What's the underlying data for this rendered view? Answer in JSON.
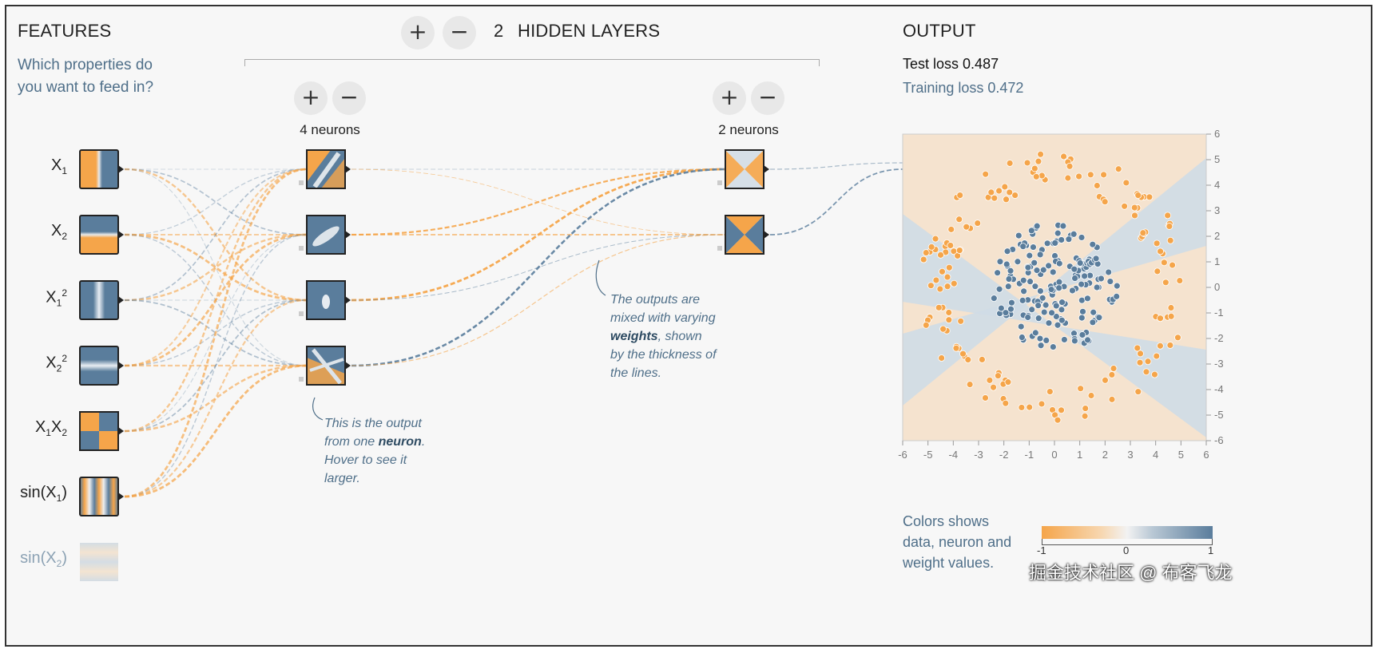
{
  "layers_header": {
    "add": "+",
    "remove": "−",
    "count": "2",
    "label": "HIDDEN LAYERS"
  },
  "features": {
    "title": "FEATURES",
    "subtitle_line1": "Which properties do",
    "subtitle_line2": "you want to feed in?",
    "items": [
      {
        "name": "X",
        "sub": "1",
        "sup": "",
        "enabled": true
      },
      {
        "name": "X",
        "sub": "2",
        "sup": "",
        "enabled": true
      },
      {
        "name": "X",
        "sub": "1",
        "sup": "2",
        "enabled": true
      },
      {
        "name": "X",
        "sub": "2",
        "sup": "2",
        "enabled": true
      },
      {
        "name": "X1X2",
        "sub": "",
        "sup": "",
        "enabled": true
      },
      {
        "name": "sin(X1)",
        "sub": "",
        "sup": "",
        "enabled": true
      },
      {
        "name": "sin(X2)",
        "sub": "",
        "sup": "",
        "enabled": false
      }
    ]
  },
  "layer1": {
    "add": "+",
    "remove": "−",
    "neurons_label": "4 neurons"
  },
  "layer2": {
    "add": "+",
    "remove": "−",
    "neurons_label": "2 neurons"
  },
  "notes": {
    "neuron_line1": "This is the output",
    "neuron_line2a": "from one ",
    "neuron_line2b": "neuron",
    "neuron_line2c": ".",
    "neuron_line3": "Hover to see it",
    "neuron_line4": "larger.",
    "weights_line1": "The outputs are",
    "weights_line2": "mixed with varying",
    "weights_line3a": "weights",
    "weights_line3b": ", shown",
    "weights_line4": "by the thickness of",
    "weights_line5": "the lines."
  },
  "output": {
    "title": "OUTPUT",
    "test_loss_label": "Test loss",
    "test_loss": "0.487",
    "training_loss_label": "Training loss",
    "training_loss": "0.472",
    "axis_ticks": [
      "-6",
      "-5",
      "-4",
      "-3",
      "-2",
      "-1",
      "0",
      "1",
      "2",
      "3",
      "4",
      "5",
      "6"
    ],
    "y_axis_ticks": [
      "6",
      "5",
      "4",
      "3",
      "2",
      "1",
      "0",
      "-1",
      "-2",
      "-3",
      "-4",
      "-5",
      "-6"
    ]
  },
  "legend": {
    "line1": "Colors shows",
    "line2": "data, neuron and",
    "line3": "weight values.",
    "min": "-1",
    "mid": "0",
    "max": "1"
  },
  "colors": {
    "orange": "#f5a54a",
    "blue": "#5a7d9c",
    "light_orange": "#f8e5cf",
    "light_blue": "#d4dde6"
  },
  "chart_data": {
    "type": "scatter",
    "xlim": [
      -6,
      6
    ],
    "ylim": [
      -6,
      6
    ],
    "series": [
      {
        "class": "orange",
        "description": "outer ring radius approx 4-5"
      },
      {
        "class": "blue",
        "description": "inner cluster radius approx 0-2"
      }
    ]
  },
  "watermark": "掘金技术社区 @ 布客飞龙"
}
